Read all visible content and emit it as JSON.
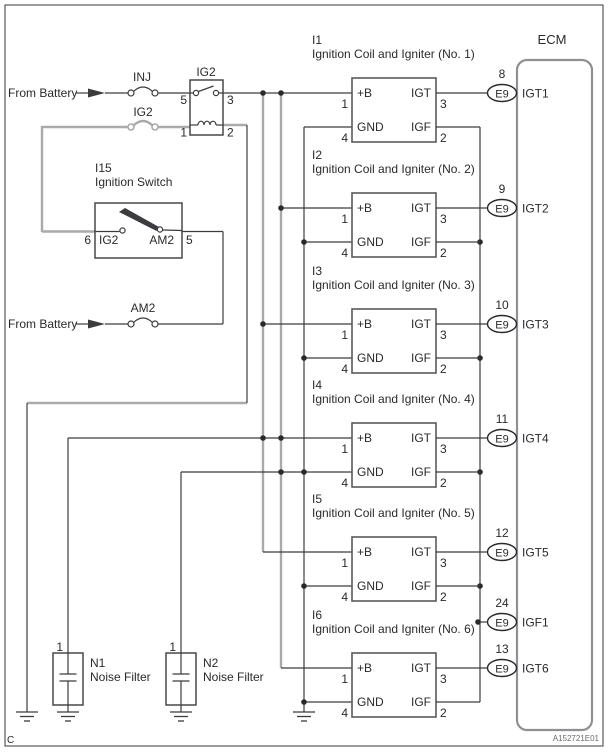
{
  "diagram": {
    "footer_left": "C",
    "footer_right": "A152721E01"
  },
  "colors": {
    "ink": "#2a2a2e",
    "wire": "#3c3c40",
    "gray_wire": "#a9aaac",
    "component_box": "#5a5a5e",
    "ecm_border": "#8e9093",
    "background": "#ffffff"
  },
  "power_feeds": [
    {
      "label": "From Battery",
      "fuse": "INJ"
    },
    {
      "label": "From Battery",
      "fuse": "AM2"
    }
  ],
  "ig2_fuse_label": "IG2",
  "relay": {
    "name": "IG2",
    "pin_top_left": "5",
    "pin_top_right": "3",
    "pin_bottom_left": "1",
    "pin_bottom_right": "2"
  },
  "ignition_switch": {
    "id": "I15",
    "name": "Ignition Switch",
    "pin_left": "6",
    "pin_right": "5",
    "contact_left": "IG2",
    "contact_right": "AM2"
  },
  "ecm": {
    "title": "ECM",
    "connector": "E9"
  },
  "coils": [
    {
      "id": "I1",
      "name": "Ignition Coil and Igniter (No. 1)",
      "pin_b": "+B",
      "pin_igt": "IGT",
      "pin_gnd": "GND",
      "pin_igf": "IGF",
      "num_b": "1",
      "num_gnd": "4",
      "num_igt": "3",
      "num_igf": "2",
      "conn": "E9",
      "ecm_pin": "8",
      "ecm_label": "IGT1"
    },
    {
      "id": "I2",
      "name": "Ignition Coil and Igniter (No. 2)",
      "pin_b": "+B",
      "pin_igt": "IGT",
      "pin_gnd": "GND",
      "pin_igf": "IGF",
      "num_b": "1",
      "num_gnd": "4",
      "num_igt": "3",
      "num_igf": "2",
      "conn": "E9",
      "ecm_pin": "9",
      "ecm_label": "IGT2"
    },
    {
      "id": "I3",
      "name": "Ignition Coil and Igniter (No. 3)",
      "pin_b": "+B",
      "pin_igt": "IGT",
      "pin_gnd": "GND",
      "pin_igf": "IGF",
      "num_b": "1",
      "num_gnd": "4",
      "num_igt": "3",
      "num_igf": "2",
      "conn": "E9",
      "ecm_pin": "10",
      "ecm_label": "IGT3"
    },
    {
      "id": "I4",
      "name": "Ignition Coil and Igniter (No. 4)",
      "pin_b": "+B",
      "pin_igt": "IGT",
      "pin_gnd": "GND",
      "pin_igf": "IGF",
      "num_b": "1",
      "num_gnd": "4",
      "num_igt": "3",
      "num_igf": "2",
      "conn": "E9",
      "ecm_pin": "11",
      "ecm_label": "IGT4"
    },
    {
      "id": "I5",
      "name": "Ignition Coil and Igniter (No. 5)",
      "pin_b": "+B",
      "pin_igt": "IGT",
      "pin_gnd": "GND",
      "pin_igf": "IGF",
      "num_b": "1",
      "num_gnd": "4",
      "num_igt": "3",
      "num_igf": "2",
      "conn": "E9",
      "ecm_pin": "12",
      "ecm_label": "IGT5"
    },
    {
      "id": "I6",
      "name": "Ignition Coil and Igniter (No. 6)",
      "pin_b": "+B",
      "pin_igt": "IGT",
      "pin_gnd": "GND",
      "pin_igf": "IGF",
      "num_b": "1",
      "num_gnd": "4",
      "num_igt": "3",
      "num_igf": "2",
      "conn": "E9",
      "ecm_pin": "13",
      "ecm_label": "IGT6"
    }
  ],
  "igf_return": {
    "conn": "E9",
    "ecm_pin": "24",
    "ecm_label": "IGF1"
  },
  "noise_filters": [
    {
      "id": "N1",
      "name": "Noise Filter",
      "pin": "1"
    },
    {
      "id": "N2",
      "name": "Noise Filter",
      "pin": "1"
    }
  ]
}
